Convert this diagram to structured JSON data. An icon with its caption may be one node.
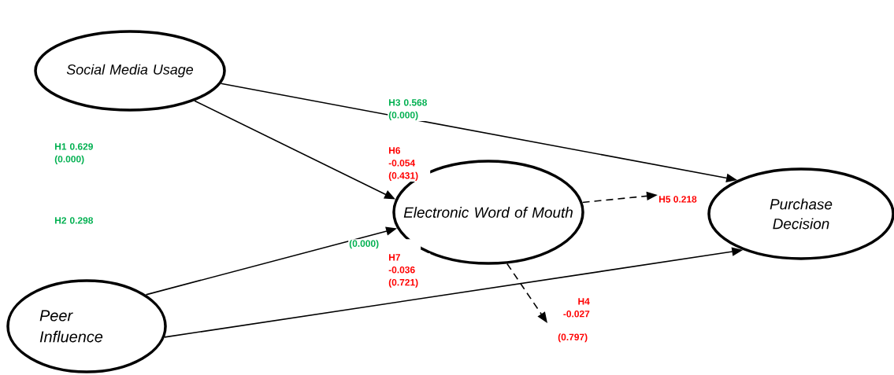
{
  "diagram": {
    "nodes": [
      {
        "text": [
          "Social Media Usage"
        ]
      },
      {
        "text": [
          "Electronic Word of Mouth"
        ]
      },
      {
        "text": [
          "Peer Influence"
        ]
      },
      {
        "text": [
          "Purchase Decision"
        ]
      },
      {
        "text": [
          "H5 0.218"
        ]
      }
    ],
    "edges": [
      {
        "from": 0,
        "to": 1,
        "arrow": "to"
      },
      {
        "from": 0,
        "to": 3,
        "arrow": "to"
      },
      {
        "from": 2,
        "to": 1,
        "arrow": "to"
      },
      {
        "from": 2,
        "to": 3,
        "arrow": "to"
      },
      {
        "from": 1,
        "to": 4,
        "arrow": "to",
        "style": "dashed"
      },
      {
        "from": 1,
        "to": null,
        "arrow": "to",
        "style": "dashed"
      }
    ],
    "labels": [
      "H1 0.629 (0.000)",
      "H2 0.298",
      "(0.000)",
      "H3 0.568 (0.000)",
      "H6 -0.054 (0.431)",
      "H7 -0.036 (0.721)",
      "H4 -0.027",
      "(0.797)"
    ]
  }
}
